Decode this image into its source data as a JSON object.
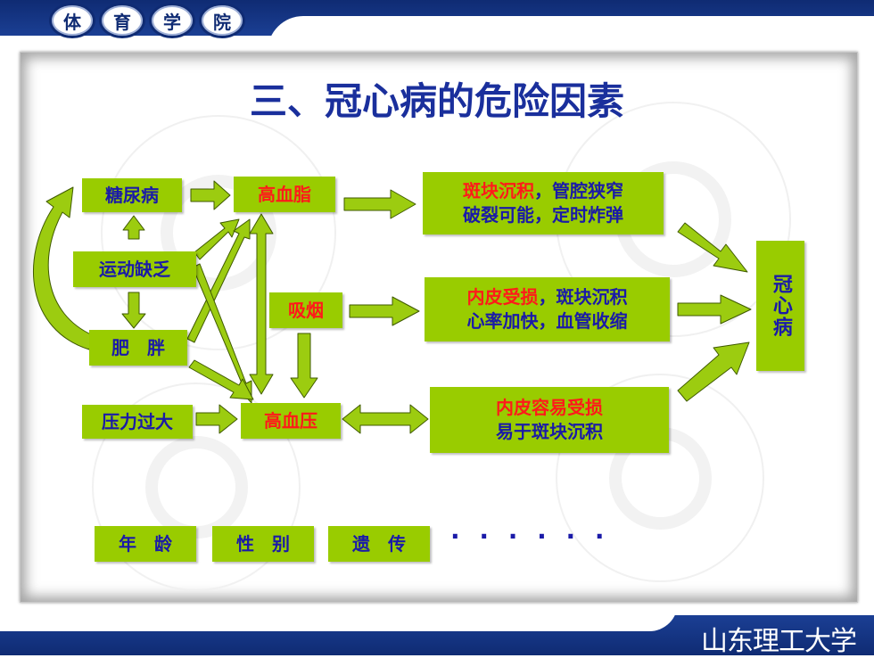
{
  "header": {
    "seal_chars": [
      "体",
      "育",
      "学",
      "院"
    ]
  },
  "footer": {
    "university": "山东理工大学"
  },
  "slide": {
    "title": "三、冠心病的危险因素",
    "ellipsis": "· · · · · ·"
  },
  "nodes": {
    "diabetes": "糖尿病",
    "inactivity": "运动缺乏",
    "obesity": "肥　胖",
    "stress": "压力过大",
    "hyperlipidemia": "高血脂",
    "smoking": "吸烟",
    "hypertension": "高血压",
    "age": "年　龄",
    "sex": "性　别",
    "heredity": "遗　传",
    "chd": "冠心病"
  },
  "effects": {
    "plaque": {
      "line1_red": "斑块沉积",
      "line1_blue": "，管腔狭窄",
      "line2": "破裂可能，定时炸弹"
    },
    "endothelium": {
      "line1_red": "内皮受损",
      "line1_blue": "，斑块沉积",
      "line2": "心率加快，血管收缩"
    },
    "damage": {
      "line1_red": "内皮容易受损",
      "line2": "易于斑块沉积"
    }
  },
  "colors": {
    "box_fill": "#99cc00",
    "arrow_fill": "#9ccc10",
    "title": "#1a2f9c",
    "text_blue": "#1a1aa8",
    "text_red": "#ff1a1a",
    "band": "#0f2b73"
  }
}
